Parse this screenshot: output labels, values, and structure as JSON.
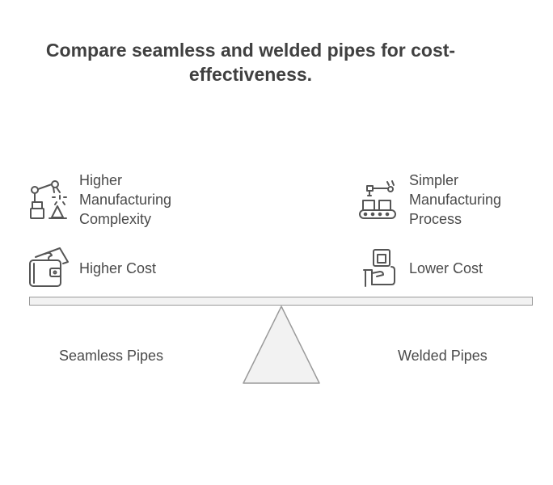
{
  "title": "Compare seamless and welded pipes for cost-effectiveness.",
  "left": {
    "name": "Seamless Pipes",
    "items": [
      {
        "icon": "robotic-arm-icon",
        "label_lines": [
          "Higher",
          "Manufacturing",
          "Complexity"
        ]
      },
      {
        "icon": "wallet-money-icon",
        "label_lines": [
          "Higher Cost"
        ]
      }
    ]
  },
  "right": {
    "name": "Welded Pipes",
    "items": [
      {
        "icon": "assembly-line-icon",
        "label_lines": [
          "Simpler",
          "Manufacturing",
          "Process"
        ]
      },
      {
        "icon": "hand-coin-icon",
        "label_lines": [
          "Lower Cost"
        ]
      }
    ]
  },
  "colors": {
    "text": "#404040",
    "icon": "#555555",
    "beam_fill": "#f2f2f2",
    "beam_stroke": "#9a9a9a"
  }
}
